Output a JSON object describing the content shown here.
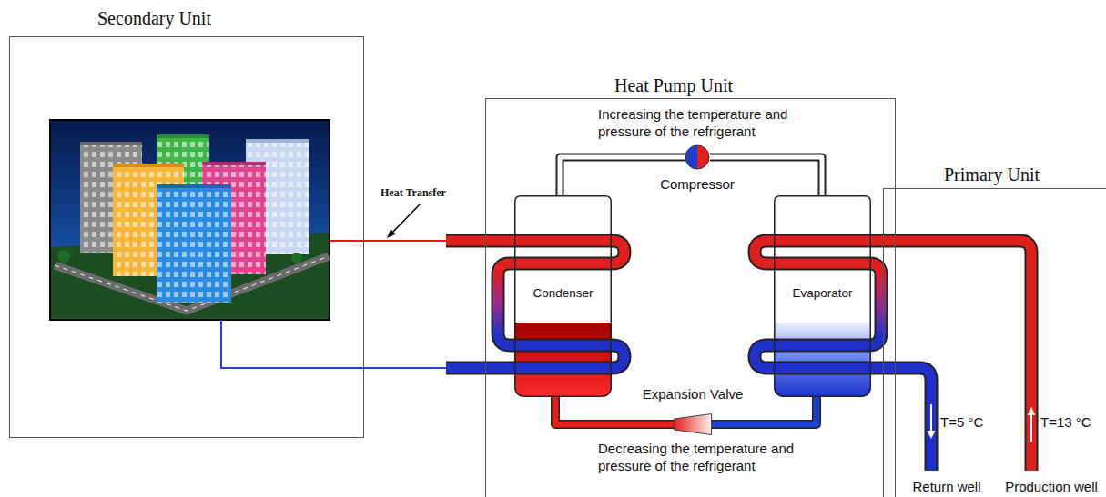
{
  "diagram": {
    "nodes": [
      {
        "text": [
          "Secondary Unit"
        ]
      },
      {
        "text": [
          "Heat Pump Unit"
        ]
      },
      {
        "text": [
          "Compressor"
        ],
        "in": 1
      },
      {
        "text": [
          "Condenser"
        ],
        "in": 1
      },
      {
        "text": [
          "Evaporator"
        ],
        "in": 1
      },
      {
        "text": [
          "Expansion Valve"
        ],
        "in": 1
      },
      {
        "text": [
          "Primary Unit"
        ]
      }
    ],
    "edges": [
      {
        "from": 0,
        "to": 3,
        "arrow": "none"
      },
      {
        "from": 3,
        "to": 0,
        "arrow": "none"
      },
      {
        "from": 2,
        "to": 3,
        "arrow": "none"
      },
      {
        "from": 4,
        "to": 2,
        "arrow": "none"
      },
      {
        "from": 3,
        "to": 5,
        "arrow": "none"
      },
      {
        "from": 5,
        "to": 4,
        "arrow": "none"
      }
    ],
    "labels": [
      "Heat Transfer",
      "Increasing the temperature and pressure of the refrigerant",
      "Decreasing the temperature and pressure of the refrigerant",
      "T=5 °C",
      "T=13 °C",
      "Return well",
      "Production well"
    ]
  }
}
